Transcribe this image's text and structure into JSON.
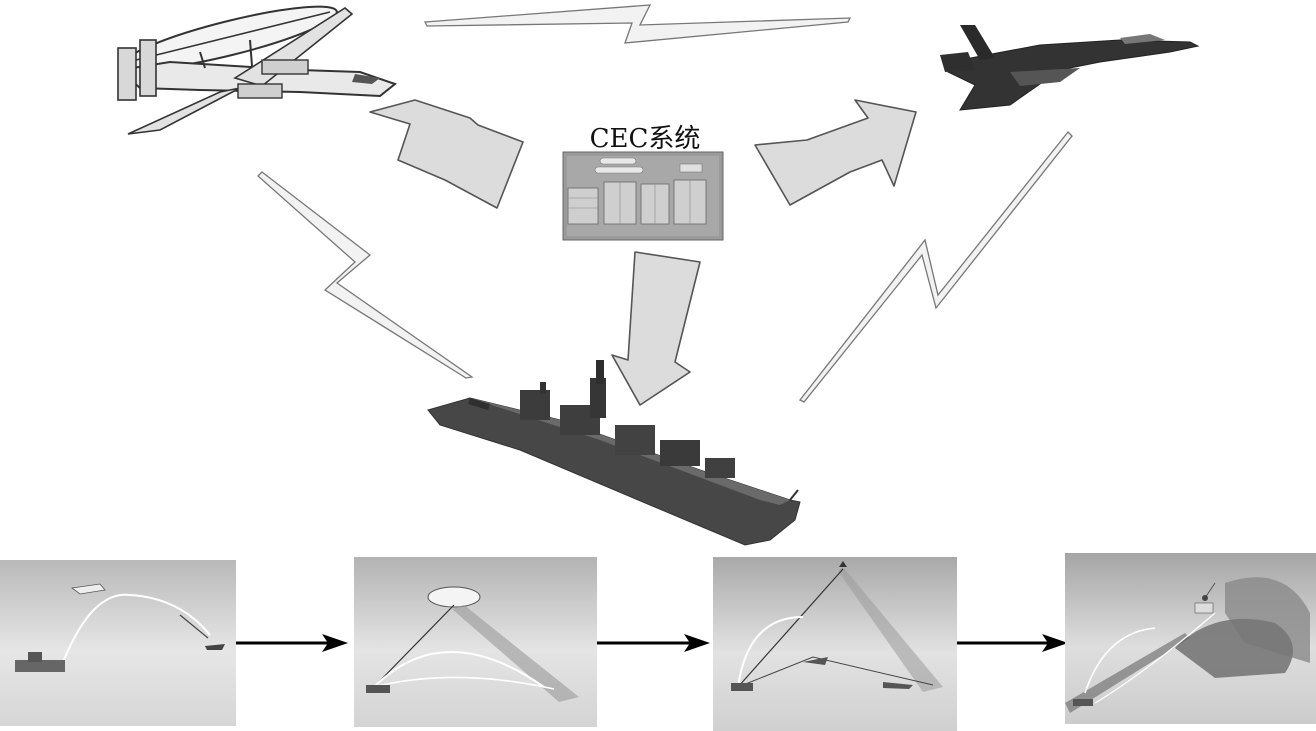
{
  "diagram": {
    "center_label": "CEC系统",
    "nodes": [
      {
        "id": "awacs",
        "icon": "e2-hawkeye-aircraft-icon"
      },
      {
        "id": "fighter",
        "icon": "fighter-jet-icon"
      },
      {
        "id": "ship",
        "icon": "warship-icon"
      },
      {
        "id": "cec",
        "icon": "cec-equipment-racks-icon"
      }
    ],
    "bottom_panels": [
      {
        "id": "panel-1",
        "icon": "aircraft-relay-scene-icon"
      },
      {
        "id": "panel-2",
        "icon": "airship-relay-scene-icon"
      },
      {
        "id": "panel-3",
        "icon": "multi-path-engagement-scene-icon"
      },
      {
        "id": "panel-4",
        "icon": "terrain-engagement-scene-icon"
      }
    ]
  },
  "colors": {
    "arrow_fill": "#dcdcdc",
    "arrow_stroke": "#555555",
    "bolt_stroke": "#777777",
    "panel_sky_top": "#b9b9b9",
    "panel_sky_bottom": "#e6e6e6",
    "ship": "#4a4a4a",
    "aircraft": "#3a3a3a"
  }
}
